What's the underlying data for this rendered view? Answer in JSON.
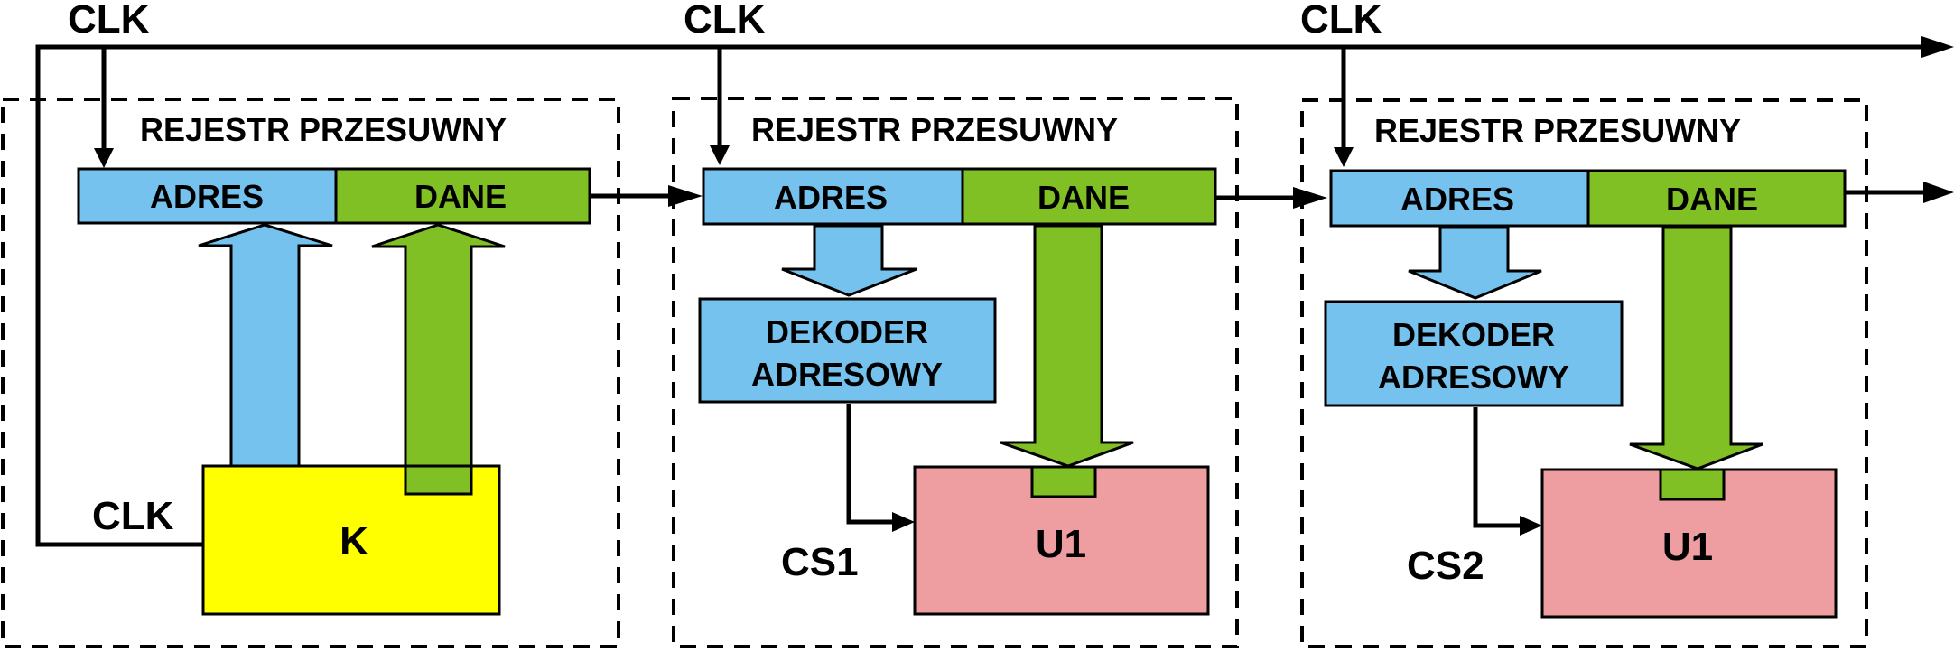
{
  "diagram": {
    "clock_label": "CLK",
    "register_title": "REJESTR PRZESUWNY",
    "address_field": "ADRES",
    "data_field": "DANE",
    "decoder_line1": "DEKODER",
    "decoder_line2": "ADRESOWY",
    "controller_label": "K",
    "unit_label": "U1",
    "chip_select_1": "CS1",
    "chip_select_2": "CS2"
  },
  "colors": {
    "address_blue": "#76c2ee",
    "data_green": "#80c024",
    "controller_yellow": "#ffff00",
    "unit_pink": "#ee9da0"
  }
}
